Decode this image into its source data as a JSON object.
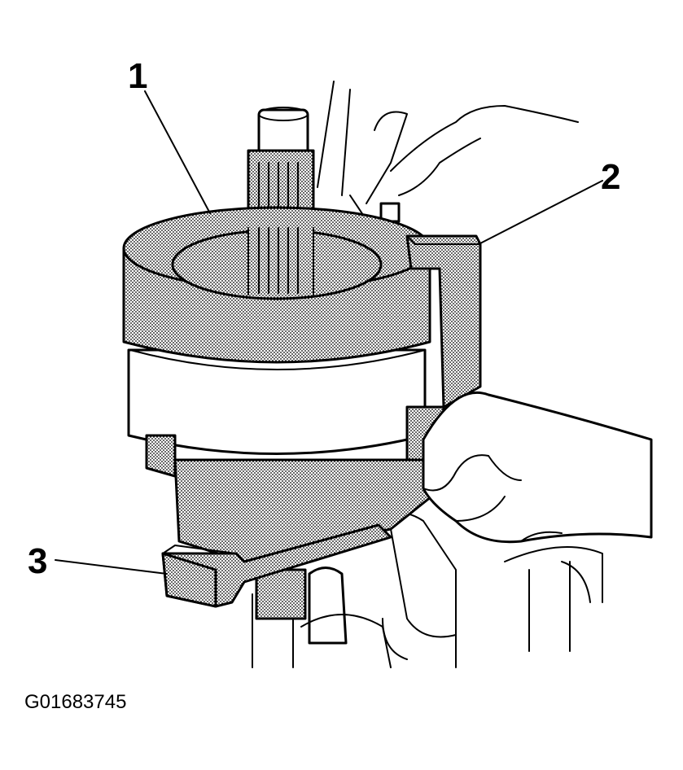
{
  "figure_id": "G01683745",
  "callouts": [
    {
      "label": "1"
    },
    {
      "label": "2"
    },
    {
      "label": "3"
    }
  ],
  "colors": {
    "ink": "#000000",
    "stipple_fill": "#bdbdbd",
    "background": "#ffffff"
  }
}
